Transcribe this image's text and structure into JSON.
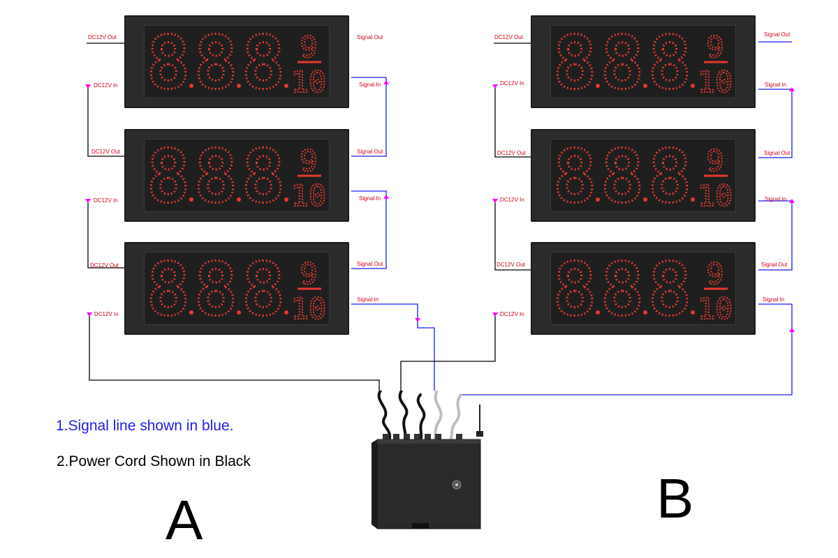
{
  "labels": {
    "dc_out": "DC12V Out",
    "dc_in": "DC12V In",
    "sig_out": "Signal Out",
    "sig_in": "Signal In"
  },
  "display": {
    "main_digits": "888",
    "fraction_top": "9",
    "fraction_bottom": "10",
    "digit_color": "#e5392e"
  },
  "legend": {
    "signal_note": "1.Signal line shown in blue.",
    "power_note": "2.Power Cord Shown in Black"
  },
  "groups": {
    "a_label": "A",
    "b_label": "B"
  },
  "colors": {
    "signal_line": "#1a1aff",
    "power_line": "#000000",
    "connector": "#ff00ff"
  }
}
